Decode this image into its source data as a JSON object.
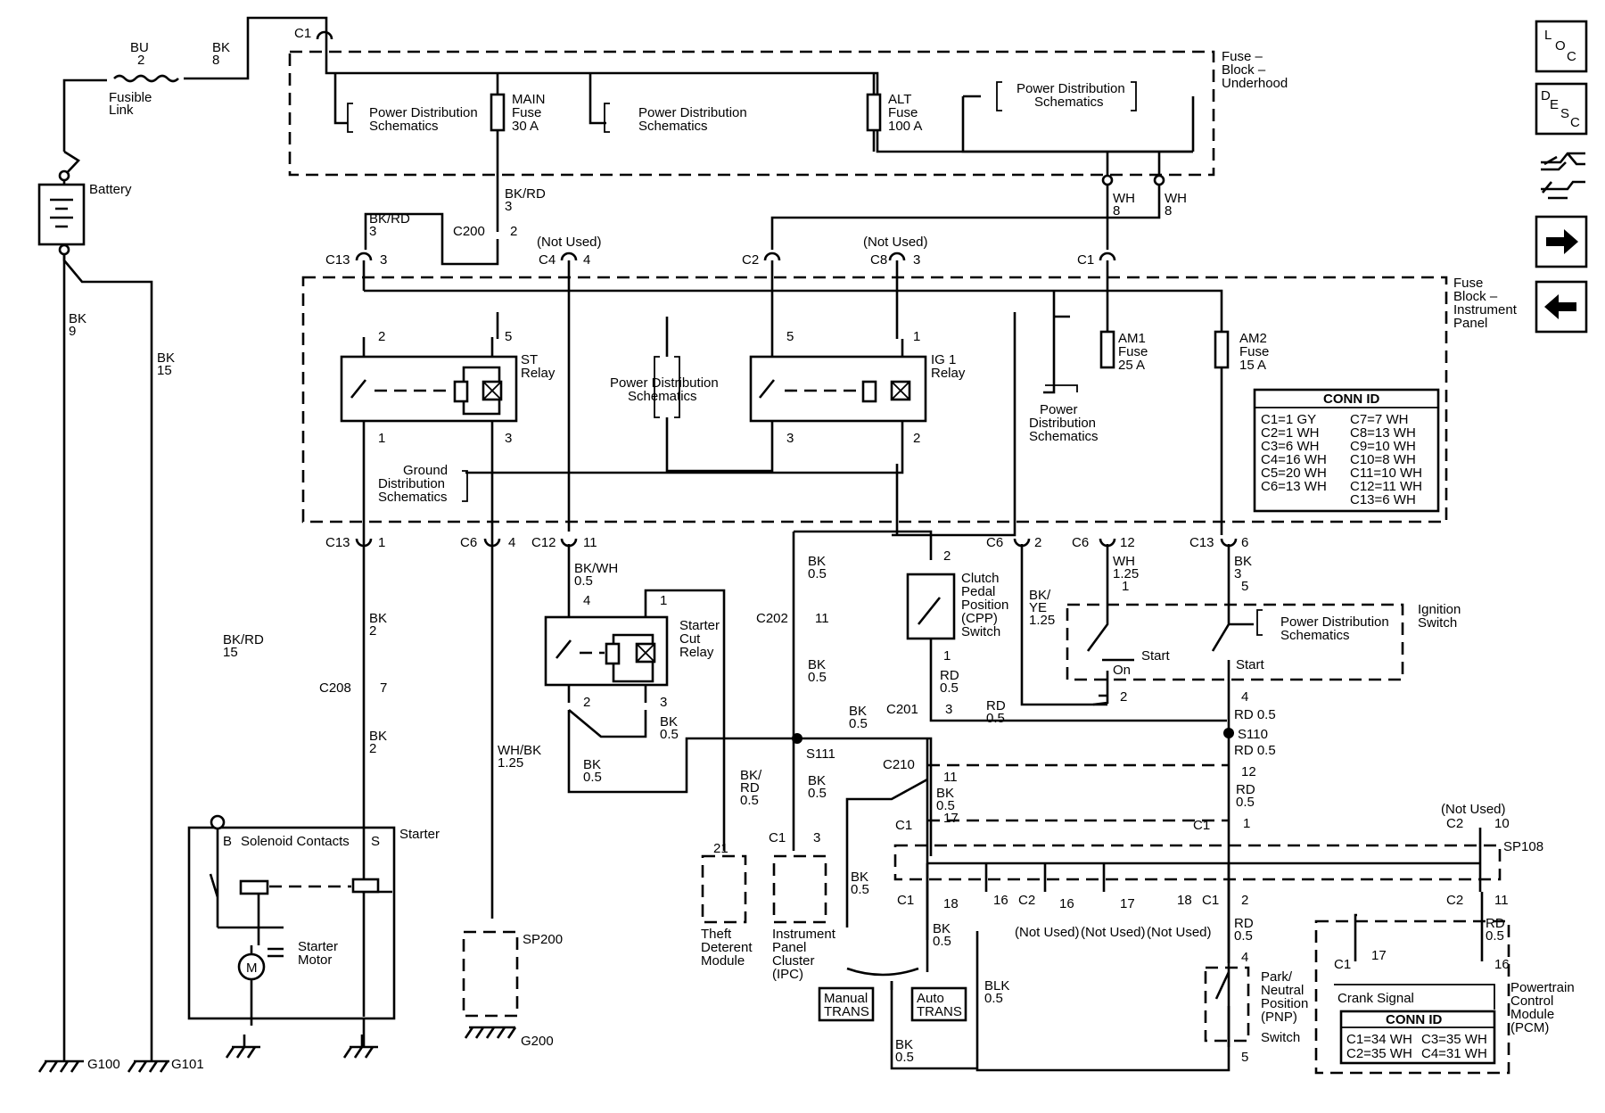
{
  "nav": {
    "loc": "LOC",
    "desc": "DESC",
    "back_icon": "arrow-left-icon",
    "forward_icon": "arrow-right-icon",
    "connector_icon": "connector-icon"
  },
  "labels": {
    "c1_top": "C1",
    "bu": "BU",
    "bu_n": "2",
    "bk_top": "BK",
    "bk_top_n": "8",
    "fusible": "Fusible",
    "link": "Link",
    "battery": "Battery",
    "bk9": "BK",
    "bk9_n": "9",
    "bk15": "BK",
    "bk15_n": "15",
    "pds": "Power Distribution",
    "sch": "Schematics",
    "main": "MAIN",
    "fuse": "Fuse",
    "a30": "30 A",
    "alt": "ALT",
    "a100": "100 A",
    "fb_under1": "Fuse –",
    "fb_under2": "Block –",
    "fb_under3": "Underhood",
    "bkrd": "BK/RD",
    "n3": "3",
    "c200": "C200",
    "n2": "2",
    "wh": "WH",
    "n8": "8",
    "c13": "C13",
    "c4": "C4",
    "c2": "C2",
    "c8": "C8",
    "c1": "C1",
    "not_used": "(Not Used)",
    "n4": "4",
    "fb_ip1": "Fuse",
    "fb_ip2": "Block –",
    "fb_ip3": "Instrument",
    "fb_ip4": "Panel",
    "st": "ST",
    "relay": "Relay",
    "ig1": "IG 1",
    "am1": "AM1",
    "a25": "25 A",
    "am2": "AM2",
    "a15": "15 A",
    "power": "Power",
    "distribution": "Distribution",
    "conn_id": "CONN ID",
    "conn_rows": [
      "C1=1 GY",
      "C7=7 WH",
      "C2=1 WH",
      "C8=13 WH",
      "C3=6 WH",
      "C9=10 WH",
      "C4=16 WH",
      "C10=8 WH",
      "C5=20 WH",
      "C11=10 WH",
      "C6=13 WH",
      "C12=11 WH",
      "",
      "C13=6 WH"
    ],
    "ground": "Ground",
    "gds": "Distribution",
    "gsch": "Schematics",
    "n1": "1",
    "n5": "5",
    "n11": "11",
    "n12": "12",
    "n6": "6",
    "c6": "C6",
    "c12": "C12",
    "bk": "BK",
    "bkwh": "BK/WH",
    "w05": "0.5",
    "w125": "1.25",
    "starter": "Starter",
    "cut": "Cut",
    "c202": "C202",
    "clutch1": "Clutch",
    "clutch2": "Pedal",
    "clutch3": "Position",
    "clutch4": "(CPP)",
    "clutch5": "Switch",
    "bkye": "BK/",
    "ye": "YE",
    "whlbl": "WH",
    "ignition": "Ignition",
    "switch": "Switch",
    "start": "Start",
    "on": "On",
    "c208": "C208",
    "n7": "7",
    "rd": "RD",
    "rd05": "RD 0.5",
    "c201": "C201",
    "s110": "S110",
    "s111": "S111",
    "c210": "C210",
    "bkrd15": "BK/RD",
    "n15": "15",
    "whbk": "WH/BK",
    "bkslash": "BK/",
    "rdslash": "RD",
    "n17": "17",
    "n10": "10",
    "n16": "16",
    "n18": "18",
    "n21": "21",
    "sp108": "SP108",
    "sp200": "SP200",
    "solenoid": "Solenoid Contacts",
    "b": "B",
    "s": "S",
    "starter_motor1": "Starter",
    "starter_motor2": "Motor",
    "m": "M",
    "theft1": "Theft",
    "theft2": "Deterent",
    "theft3": "Module",
    "ipc1": "Instrument",
    "ipc2": "Panel",
    "ipc3": "Cluster",
    "ipc4": "(IPC)",
    "manual1": "Manual",
    "manual2": "TRANS",
    "auto1": "Auto",
    "auto2": "TRANS",
    "blk": "BLK",
    "pnp1": "Park/",
    "pnp2": "Neutral",
    "pnp3": "Position",
    "pnp4": "(PNP)",
    "pnp5": "Switch",
    "crank": "Crank Signal",
    "pcm1": "Powertrain",
    "pcm2": "Control",
    "pcm3": "Module",
    "pcm4": "(PCM)",
    "pcm_rows": [
      "C1=34 WH",
      "C3=35 WH",
      "C2=35 WH",
      "C4=31 WH"
    ],
    "g100": "G100",
    "g101": "G101",
    "g200": "G200"
  }
}
